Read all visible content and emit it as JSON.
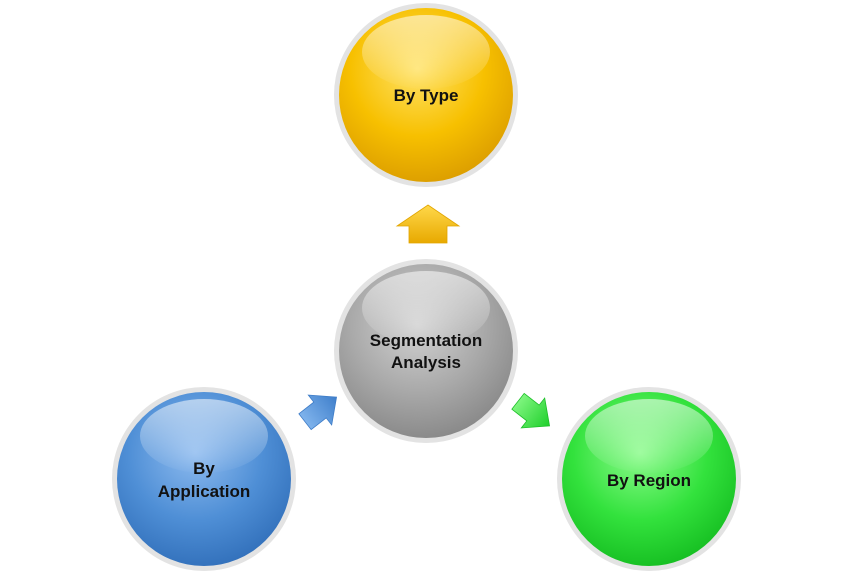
{
  "diagram": {
    "center": {
      "line1": "Segmentation",
      "line2": "Analysis",
      "color": "#a6a6a6"
    },
    "nodes": {
      "type": {
        "label": "By Type",
        "color": "#f5b800"
      },
      "application": {
        "line1": "By",
        "line2": "Application",
        "color": "#4a8ed8"
      },
      "region": {
        "label": "By Region",
        "color": "#2ee03a"
      }
    }
  }
}
